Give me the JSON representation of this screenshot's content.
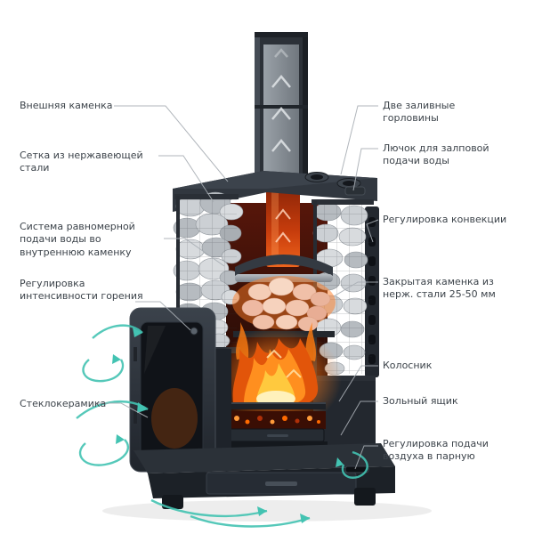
{
  "palette": {
    "accent_teal": "#43c3b2",
    "fire_orange": "#ff8f1f",
    "hot_metal": "#f0641c",
    "metal_dark": "#2c3138",
    "stone_gray": "#c6cacF",
    "inner_stone_peach": "#f4cdb6",
    "label_text": "#3c434a",
    "leader_line": "#a8aeb4",
    "background": "#ffffff"
  },
  "labels": {
    "left": [
      {
        "text": "Внешняя каменка"
      },
      {
        "text": "Сетка из нержавеющей стали"
      },
      {
        "text": "Система равномерной подачи воды во внутреннюю каменку"
      },
      {
        "text": "Регулировка интенсивности горения"
      },
      {
        "text": "Стеклокерамика"
      }
    ],
    "right": [
      {
        "text": "Две заливные горловины"
      },
      {
        "text": "Лючок для залповой подачи воды"
      },
      {
        "text": "Регулировка конвекции"
      },
      {
        "text": "Закрытая каменка из нерж. стали 25-50 мм"
      },
      {
        "text": "Колосник"
      },
      {
        "text": "Зольный ящик"
      },
      {
        "text": "Регулировка подачи воздуха в парную"
      }
    ]
  }
}
